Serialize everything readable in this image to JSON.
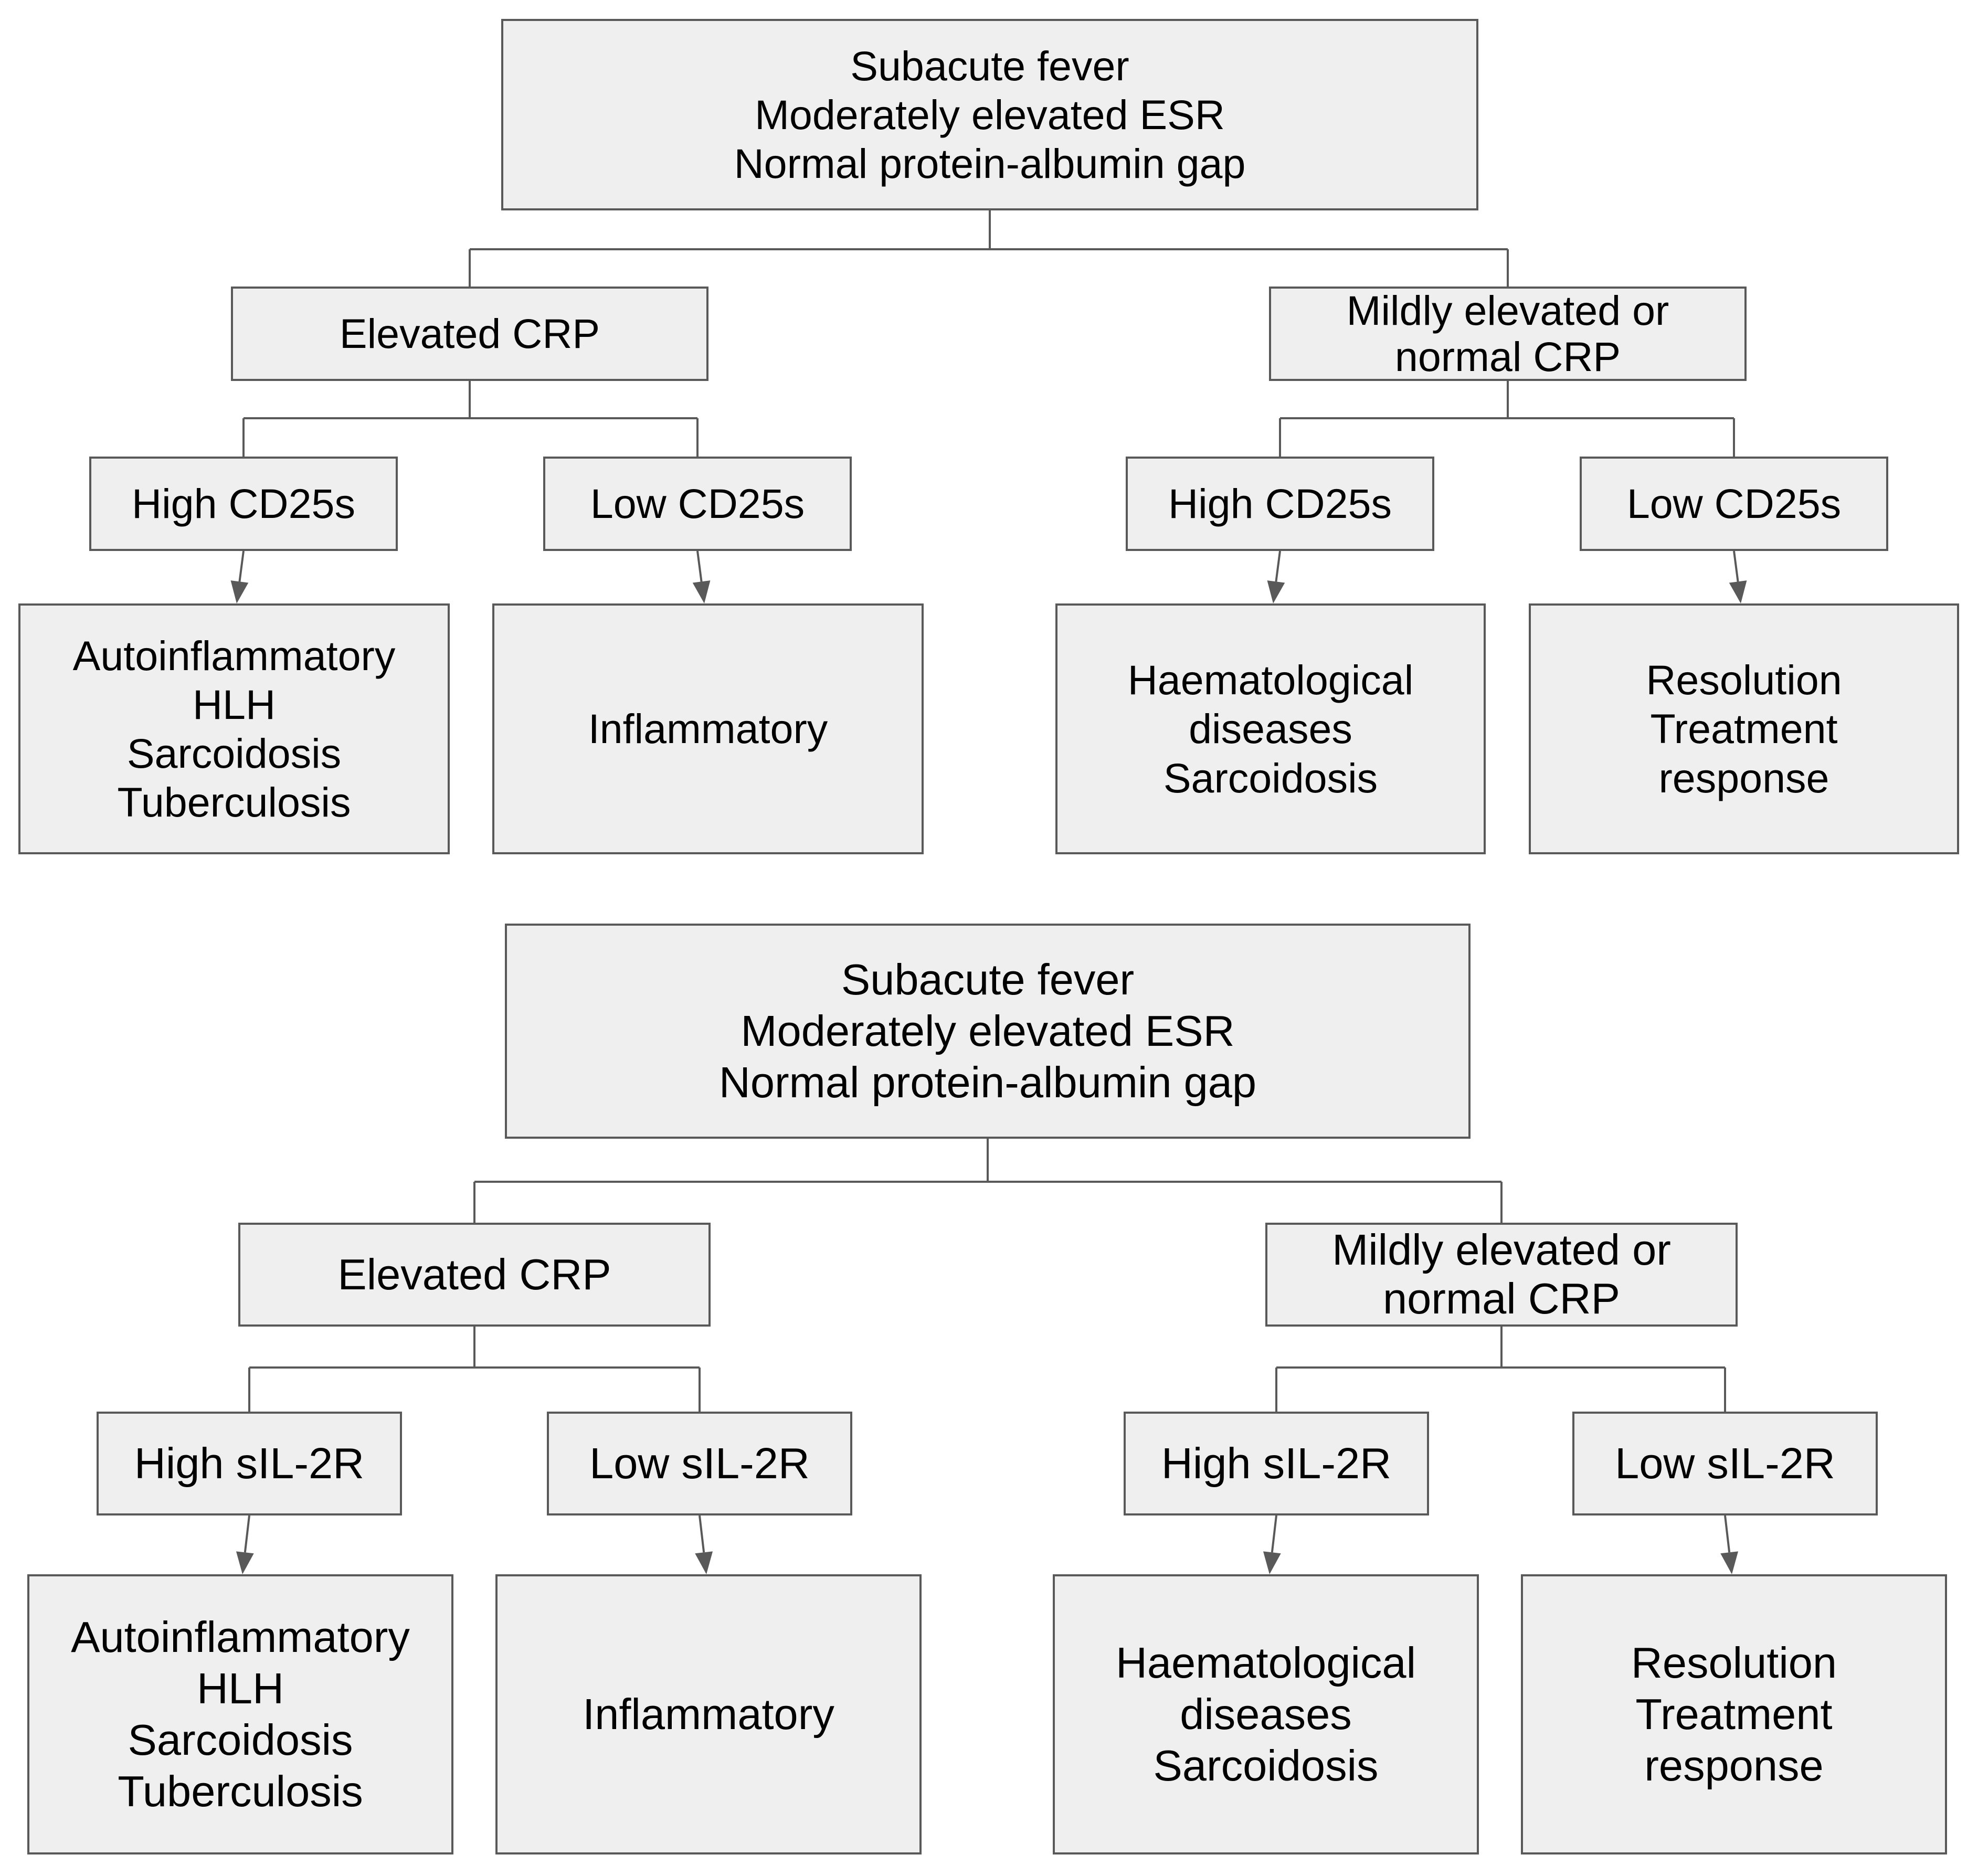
{
  "colors": {
    "box_fill": "#efefef",
    "box_border": "#595959",
    "connector": "#595959",
    "text": "#000000",
    "background": "#ffffff"
  },
  "diagrams": [
    {
      "root": {
        "lines": [
          "Subacute fever",
          "Moderately elevated ESR",
          "Normal protein-albumin gap"
        ]
      },
      "left_branch": {
        "label": {
          "lines": [
            "Elevated CRP"
          ]
        },
        "high": {
          "label": {
            "lines": [
              "High CD25s"
            ]
          },
          "outcome": {
            "lines": [
              "Autoinflammatory",
              "HLH",
              "Sarcoidosis",
              "Tuberculosis"
            ]
          }
        },
        "low": {
          "label": {
            "lines": [
              "Low CD25s"
            ]
          },
          "outcome": {
            "lines": [
              "Inflammatory"
            ]
          }
        }
      },
      "right_branch": {
        "label": {
          "lines": [
            "Mildly elevated or",
            "normal CRP"
          ]
        },
        "high": {
          "label": {
            "lines": [
              "High CD25s"
            ]
          },
          "outcome": {
            "lines": [
              "Haematological",
              "diseases",
              "Sarcoidosis"
            ]
          }
        },
        "low": {
          "label": {
            "lines": [
              "Low CD25s"
            ]
          },
          "outcome": {
            "lines": [
              "Resolution",
              "Treatment",
              "response"
            ]
          }
        }
      }
    },
    {
      "root": {
        "lines": [
          "Subacute fever",
          "Moderately elevated ESR",
          "Normal protein-albumin gap"
        ]
      },
      "left_branch": {
        "label": {
          "lines": [
            "Elevated CRP"
          ]
        },
        "high": {
          "label": {
            "lines": [
              "High sIL-2R"
            ]
          },
          "outcome": {
            "lines": [
              "Autoinflammatory",
              "HLH",
              "Sarcoidosis",
              "Tuberculosis"
            ]
          }
        },
        "low": {
          "label": {
            "lines": [
              "Low sIL-2R"
            ]
          },
          "outcome": {
            "lines": [
              "Inflammatory"
            ]
          }
        }
      },
      "right_branch": {
        "label": {
          "lines": [
            "Mildly elevated or",
            "normal CRP"
          ]
        },
        "high": {
          "label": {
            "lines": [
              "High sIL-2R"
            ]
          },
          "outcome": {
            "lines": [
              "Haematological",
              "diseases",
              "Sarcoidosis"
            ]
          }
        },
        "low": {
          "label": {
            "lines": [
              "Low sIL-2R"
            ]
          },
          "outcome": {
            "lines": [
              "Resolution",
              "Treatment",
              "response"
            ]
          }
        }
      }
    }
  ]
}
